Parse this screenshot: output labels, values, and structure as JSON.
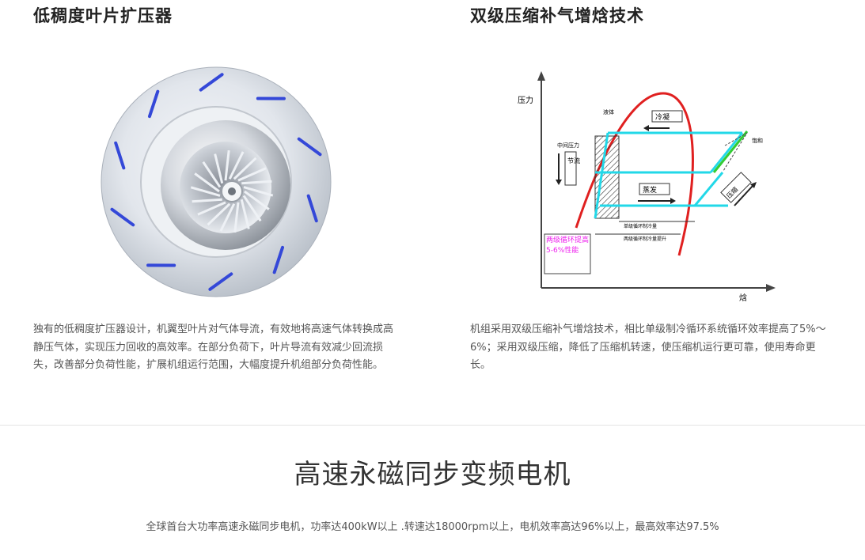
{
  "features": [
    {
      "title": "低稠度叶片扩压器",
      "description": "独有的低稠度扩压器设计，机翼型叶片对气体导流，有效地将高速气体转换成高静压气体，实现压力回收的高效率。在部分负荷下，叶片导流有效减少回流损失，改善部分负荷性能，扩展机组运行范围，大幅度提升机组部分负荷性能。"
    },
    {
      "title": "双级压缩补气增焓技术",
      "description": "机组采用双级压缩补气增焓技术，相比单级制冷循环系统循环效率提高了5%～6%；采用双级压缩，降低了压缩机转速，使压缩机运行更可靠，使用寿命更长。",
      "diagram": {
        "y_label": "压力",
        "x_label": "焓",
        "labels": {
          "condense": "冷凝",
          "evaporate": "蒸发",
          "throttle": "节流",
          "intermediate_pressure": "中间压力",
          "compress": "压缩",
          "saturated_vapor": "饱和",
          "subcooled": "液体",
          "dimension_1": "单级循环制冷量",
          "dimension_2": "两级循环制冷量提升",
          "benefit": "两级循环提高5-6%性能"
        },
        "colors": {
          "dome": "#e02020",
          "cycle": "#22d8e8",
          "superheat": "#33cc33",
          "benefit": "#ee22ee"
        }
      }
    }
  ],
  "motor": {
    "title": "高速永磁同步变频电机",
    "description": "全球首台大功率高速永磁同步电机，功率达400kW以上 .转速达18000rpm以上，电机效率高达96%以上，最高效率达97.5%"
  }
}
